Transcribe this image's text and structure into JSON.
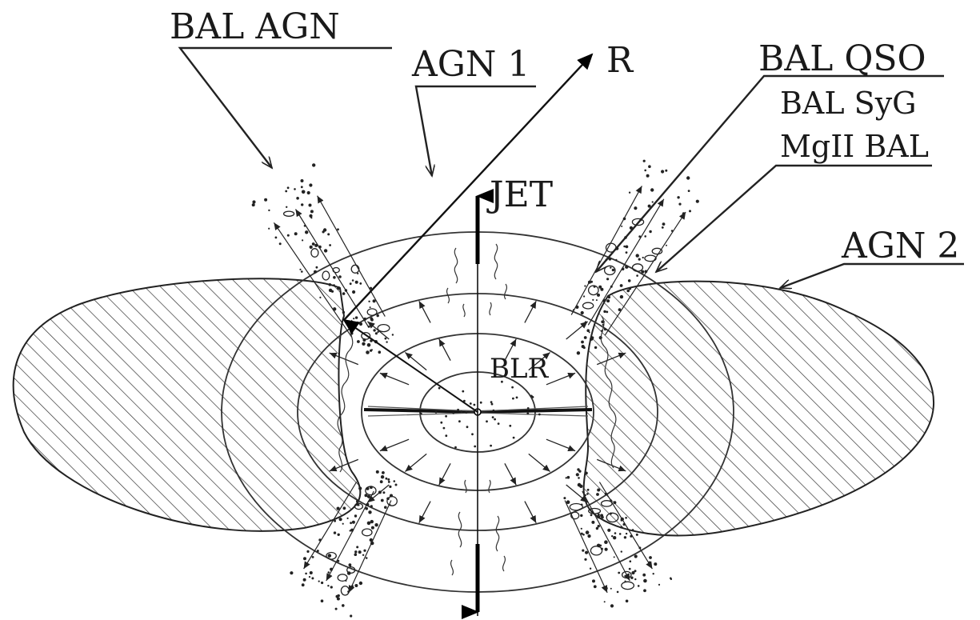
{
  "labels": {
    "bal_agn": "BAL AGN",
    "agn1": "AGN 1",
    "r": "R",
    "bal_qso": "BAL QSO",
    "bal_syg": "BAL SyG",
    "mgii_bal": "MgII BAL",
    "agn2": "AGN 2",
    "jet": "JET",
    "blr": "BLR"
  },
  "colors": {
    "ink": "#1a1a1a",
    "background": "#ffffff"
  }
}
